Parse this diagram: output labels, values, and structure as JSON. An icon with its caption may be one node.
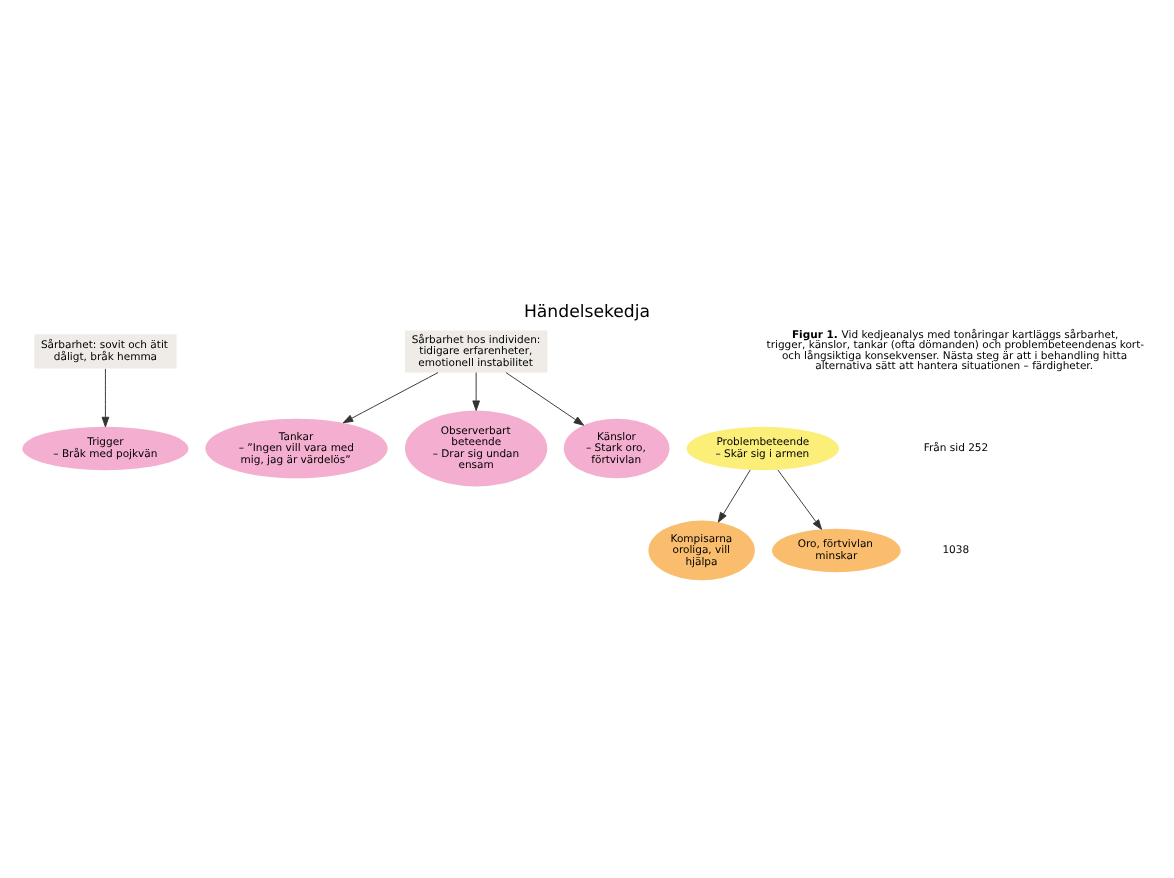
{
  "diagram": {
    "title": "Händelsekedja",
    "nodes": [
      {
        "text": [
          "Sårbarhet: sovit och ätit dåligt, bråk hemma"
        ]
      },
      {
        "text": [
          "Trigger",
          "– Bråk med pojkvän"
        ]
      },
      {
        "text": [
          "Tankar",
          "– ”Ingen vill vara med mig, jag är värdelös”"
        ]
      },
      {
        "text": [
          "Observerbart beteende",
          "– Drar sig undan ensam"
        ]
      },
      {
        "text": [
          "Känslor",
          "– Stark oro, förtvivlan"
        ]
      },
      {
        "text": [
          "Problembeteende",
          "– Skär sig i armen"
        ]
      },
      {
        "text": [
          "Kompisarna oroliga, vill hjälpa"
        ]
      },
      {
        "text": [
          "Oro, förtvivlan minskar"
        ]
      },
      {
        "text": [
          "Sårbarhet hos individen: tidigare erfarenheter, emotionell instabilitet"
        ]
      }
    ],
    "edges": [
      {
        "from": 0,
        "to": 1,
        "arrow": "to"
      },
      {
        "from": 8,
        "to": 2,
        "arrow": "to"
      },
      {
        "from": 8,
        "to": 3,
        "arrow": "to"
      },
      {
        "from": 8,
        "to": 4,
        "arrow": "to"
      },
      {
        "from": 5,
        "to": 6,
        "arrow": "to"
      },
      {
        "from": 5,
        "to": 7,
        "arrow": "to"
      }
    ],
    "labels": [
      "**Figur 1.** Vid kedjeanalys med tonåringar kartläggs sårbarhet, trigger, känslor, tankar (ofta dömanden) och problembeteendenas kort- och långsiktiga konsekvenser. Nästa steg är att i behandling hitta alternativa sätt att hantera situationen – färdigheter.",
      "Från sid 252",
      "1038"
    ]
  }
}
